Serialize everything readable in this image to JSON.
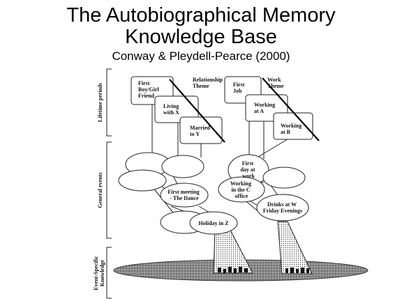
{
  "slide": {
    "title_line1": "The Autobiographical Memory",
    "title_line2": "Knowledge Base",
    "subtitle": "Conway & Pleydell-Pearce (2000)"
  },
  "levels": {
    "lifetime": "Lifetime periods",
    "general": "General events",
    "specific_1": "Event-Specific",
    "specific_2": "Knowledge"
  },
  "lifetime_periods": {
    "relationship_theme": [
      "Relationship",
      "Theme"
    ],
    "first_boygirl": [
      "First",
      "Boy/Girl",
      "Friend"
    ],
    "living_x": [
      "Living",
      "with X"
    ],
    "married_y": [
      "Married",
      "to Y"
    ],
    "work_theme": [
      "Work",
      "Theme"
    ],
    "first_job": [
      "First",
      "Job"
    ],
    "working_a": [
      "Working",
      "at A"
    ],
    "working_b": [
      "Working",
      "at B"
    ]
  },
  "general_events": {
    "first_meeting": [
      "First meeting",
      "- The Dance"
    ],
    "holiday": [
      "Holiday in Z"
    ],
    "first_day": [
      "First",
      "day at",
      "work"
    ],
    "working_c": [
      "Working",
      "in the C",
      "office"
    ],
    "drinks": [
      "Drinks at W",
      "Friday Evenings"
    ]
  }
}
